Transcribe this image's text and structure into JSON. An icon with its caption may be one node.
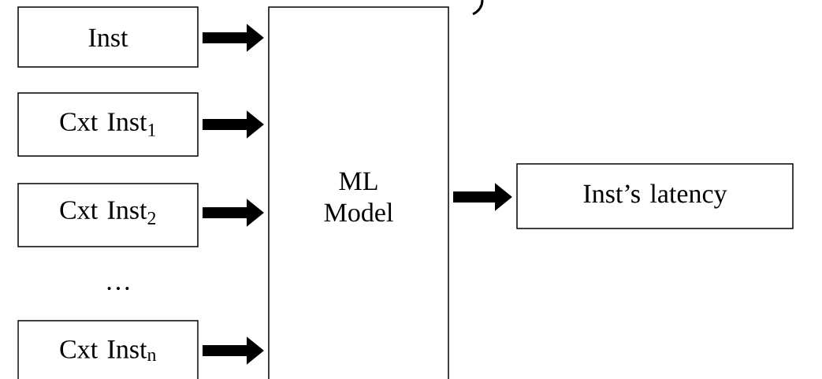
{
  "diagram": {
    "nodes": [
      {
        "text": [
          "Inst"
        ]
      },
      {
        "text": [
          "Cxt Inst$_{1}$"
        ]
      },
      {
        "text": [
          "Cxt Inst$_{2}$"
        ]
      },
      {
        "text": [
          "Cxt Inst$_{n}$"
        ]
      },
      {
        "text": [
          "ML Model"
        ]
      },
      {
        "text": [
          "Inst’s latency"
        ]
      }
    ],
    "edges": [
      {
        "from": 0,
        "to": 4,
        "arrow": "to"
      },
      {
        "from": 1,
        "to": 4,
        "arrow": "to"
      },
      {
        "from": 2,
        "to": 4,
        "arrow": "to"
      },
      {
        "from": 3,
        "to": 4,
        "arrow": "to"
      },
      {
        "from": 4,
        "to": 5,
        "arrow": "to"
      }
    ],
    "labels": [
      "…"
    ]
  }
}
